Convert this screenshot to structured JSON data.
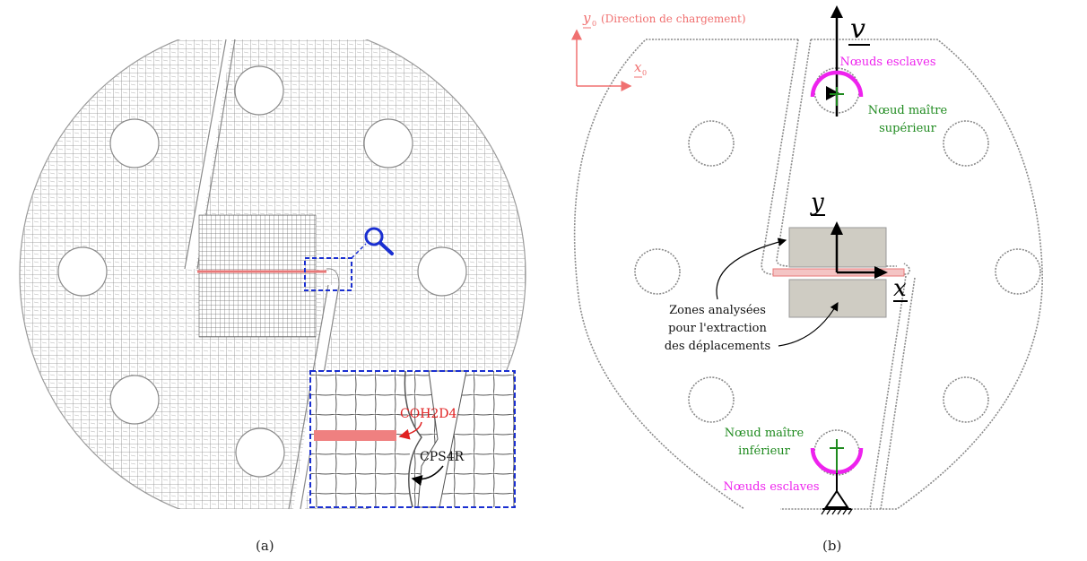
{
  "panel_a": {
    "caption": "(a)",
    "label_cohesive": "COH2D4",
    "label_solid": "CPS4R"
  },
  "panel_b": {
    "caption": "(b)",
    "axis_y0": "y",
    "axis_y0_sub": "0",
    "axis_y0_note": "(Direction de chargement)",
    "axis_x0": "x",
    "axis_x0_sub": "0",
    "label_v": "v",
    "label_slaves_top": "Nœuds esclaves",
    "label_master_top_1": "Nœud maître",
    "label_master_top_2": "supérieur",
    "label_y": "y",
    "label_x": "x",
    "label_zones_1": "Zones analysées",
    "label_zones_2": "pour l'extraction",
    "label_zones_3": "des déplacements",
    "label_master_bot_1": "Nœud maître",
    "label_master_bot_2": "inférieur",
    "label_slaves_bot": "Nœuds esclaves"
  },
  "colors": {
    "mesh": "#8a8a8a",
    "crack": "#e87878",
    "zoom_box": "#1a2fd1",
    "axis0": "#f07070",
    "slave_arc": "#ee22ee",
    "master": "#1e8a1e",
    "zone_fill": "#cfccc3"
  }
}
